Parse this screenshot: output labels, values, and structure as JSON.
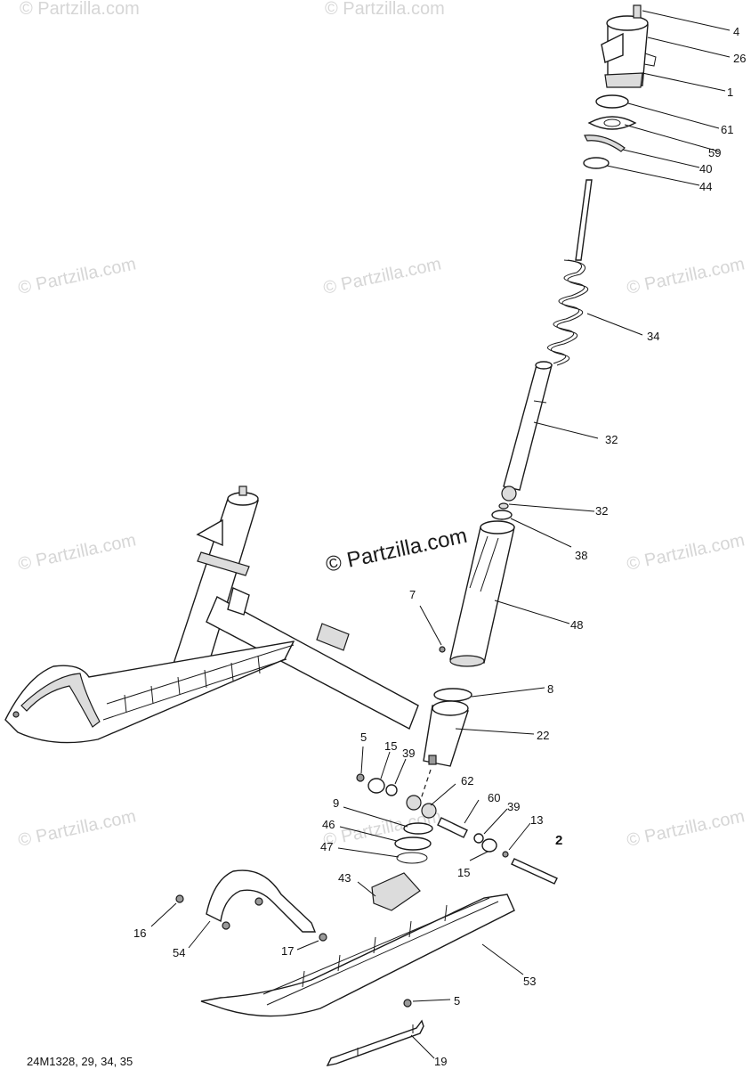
{
  "watermark": {
    "text": "© Partzilla.com",
    "center_text": "© Partzilla.com"
  },
  "diagram_code": "24M1328, 29, 34, 35",
  "callouts": {
    "c4": "4",
    "c26": "26",
    "c1": "1",
    "c61": "61",
    "c59": "59",
    "c40": "40",
    "c44": "44",
    "c34": "34",
    "c32a": "32",
    "c32b": "32",
    "c38": "38",
    "c48": "48",
    "c7": "7",
    "c8": "8",
    "c22": "22",
    "c5a": "5",
    "c15a": "15",
    "c39a": "39",
    "c62": "62",
    "c60": "60",
    "c39b": "39",
    "c13": "13",
    "c2": "2",
    "c9": "9",
    "c46": "46",
    "c47": "47",
    "c15b": "15",
    "c43": "43",
    "c16": "16",
    "c54": "54",
    "c17": "17",
    "c53": "53",
    "c5b": "5",
    "c19": "19"
  }
}
